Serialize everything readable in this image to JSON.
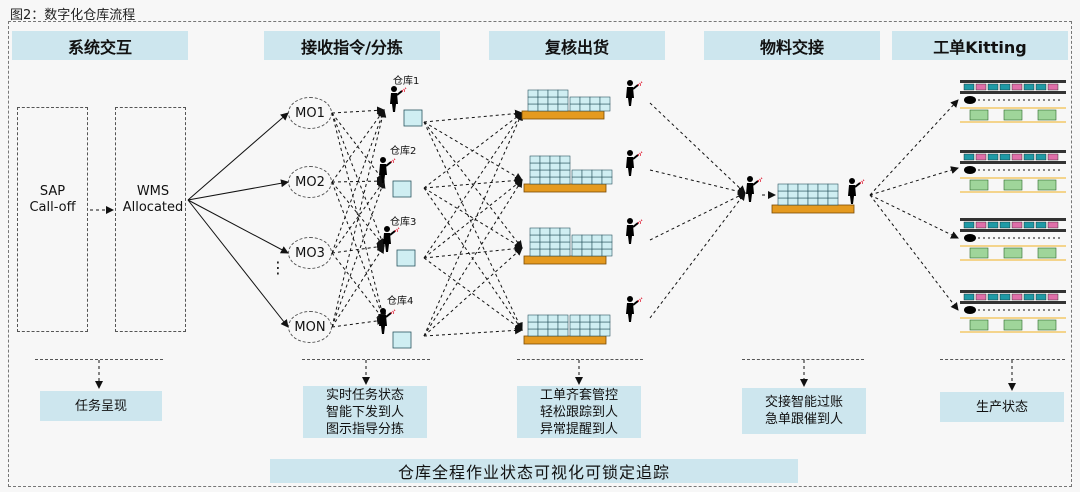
{
  "figure_title": "图2：数字化仓库流程",
  "stages": [
    "系统交互",
    "接收指令/分拣",
    "复核出货",
    "物料交接",
    "工单Kitting"
  ],
  "system": {
    "sap_line1": "SAP",
    "sap_line2": "Call-off",
    "wms_line1": "WMS",
    "wms_line2": "Allocated"
  },
  "mo_nodes": [
    "MO1",
    "MO2",
    "MO3",
    "MON"
  ],
  "ellipsis": "⋮",
  "warehouses": [
    "仓库1",
    "仓库2",
    "仓库3",
    "仓库4"
  ],
  "info_boxes": {
    "task": [
      "任务呈现"
    ],
    "sorting": [
      "实时任务状态",
      "智能下发到人",
      "图示指导分拣"
    ],
    "review": [
      "工单齐套管控",
      "轻松跟踪到人",
      "异常提醒到人"
    ],
    "handover": [
      "交接智能过账",
      "急单跟催到人"
    ],
    "production": [
      "生产状态"
    ]
  },
  "bottom_banner": "仓库全程作业状态可视化可锁定追踪",
  "colors": {
    "stage_bg": "#cde6ee",
    "pallet": "#e59a1f",
    "box": "#cfeef2",
    "scanner_beam": "#e0263c",
    "kitting_bin": "#9fd59a",
    "kitting_rack": "#1f9aa6"
  }
}
